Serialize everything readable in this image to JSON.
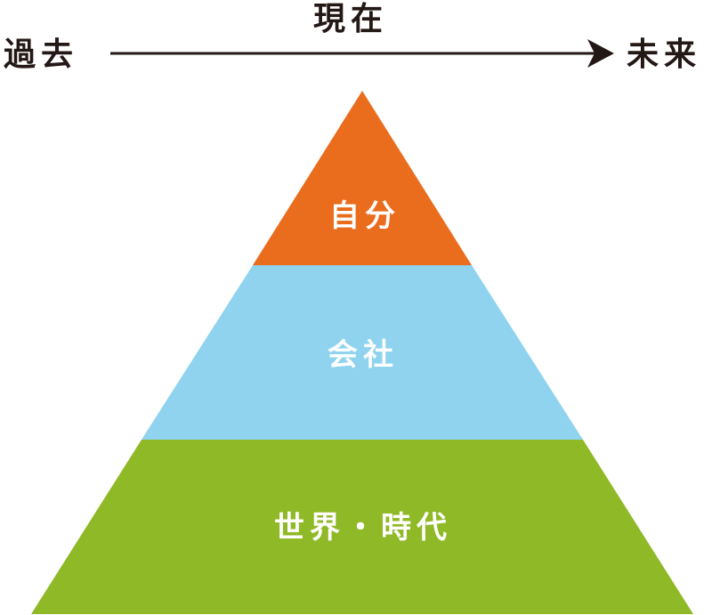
{
  "timeline": {
    "past": "過去",
    "present": "現在",
    "future": "未来"
  },
  "pyramid": {
    "tiers": [
      {
        "label": "自分",
        "color": "#EA6D1E"
      },
      {
        "label": "会社",
        "color": "#8FD3EF"
      },
      {
        "label": "世界・時代",
        "color": "#8FB927"
      }
    ]
  },
  "colors": {
    "text": "#231815",
    "tier_text": "#FFFFFF"
  }
}
